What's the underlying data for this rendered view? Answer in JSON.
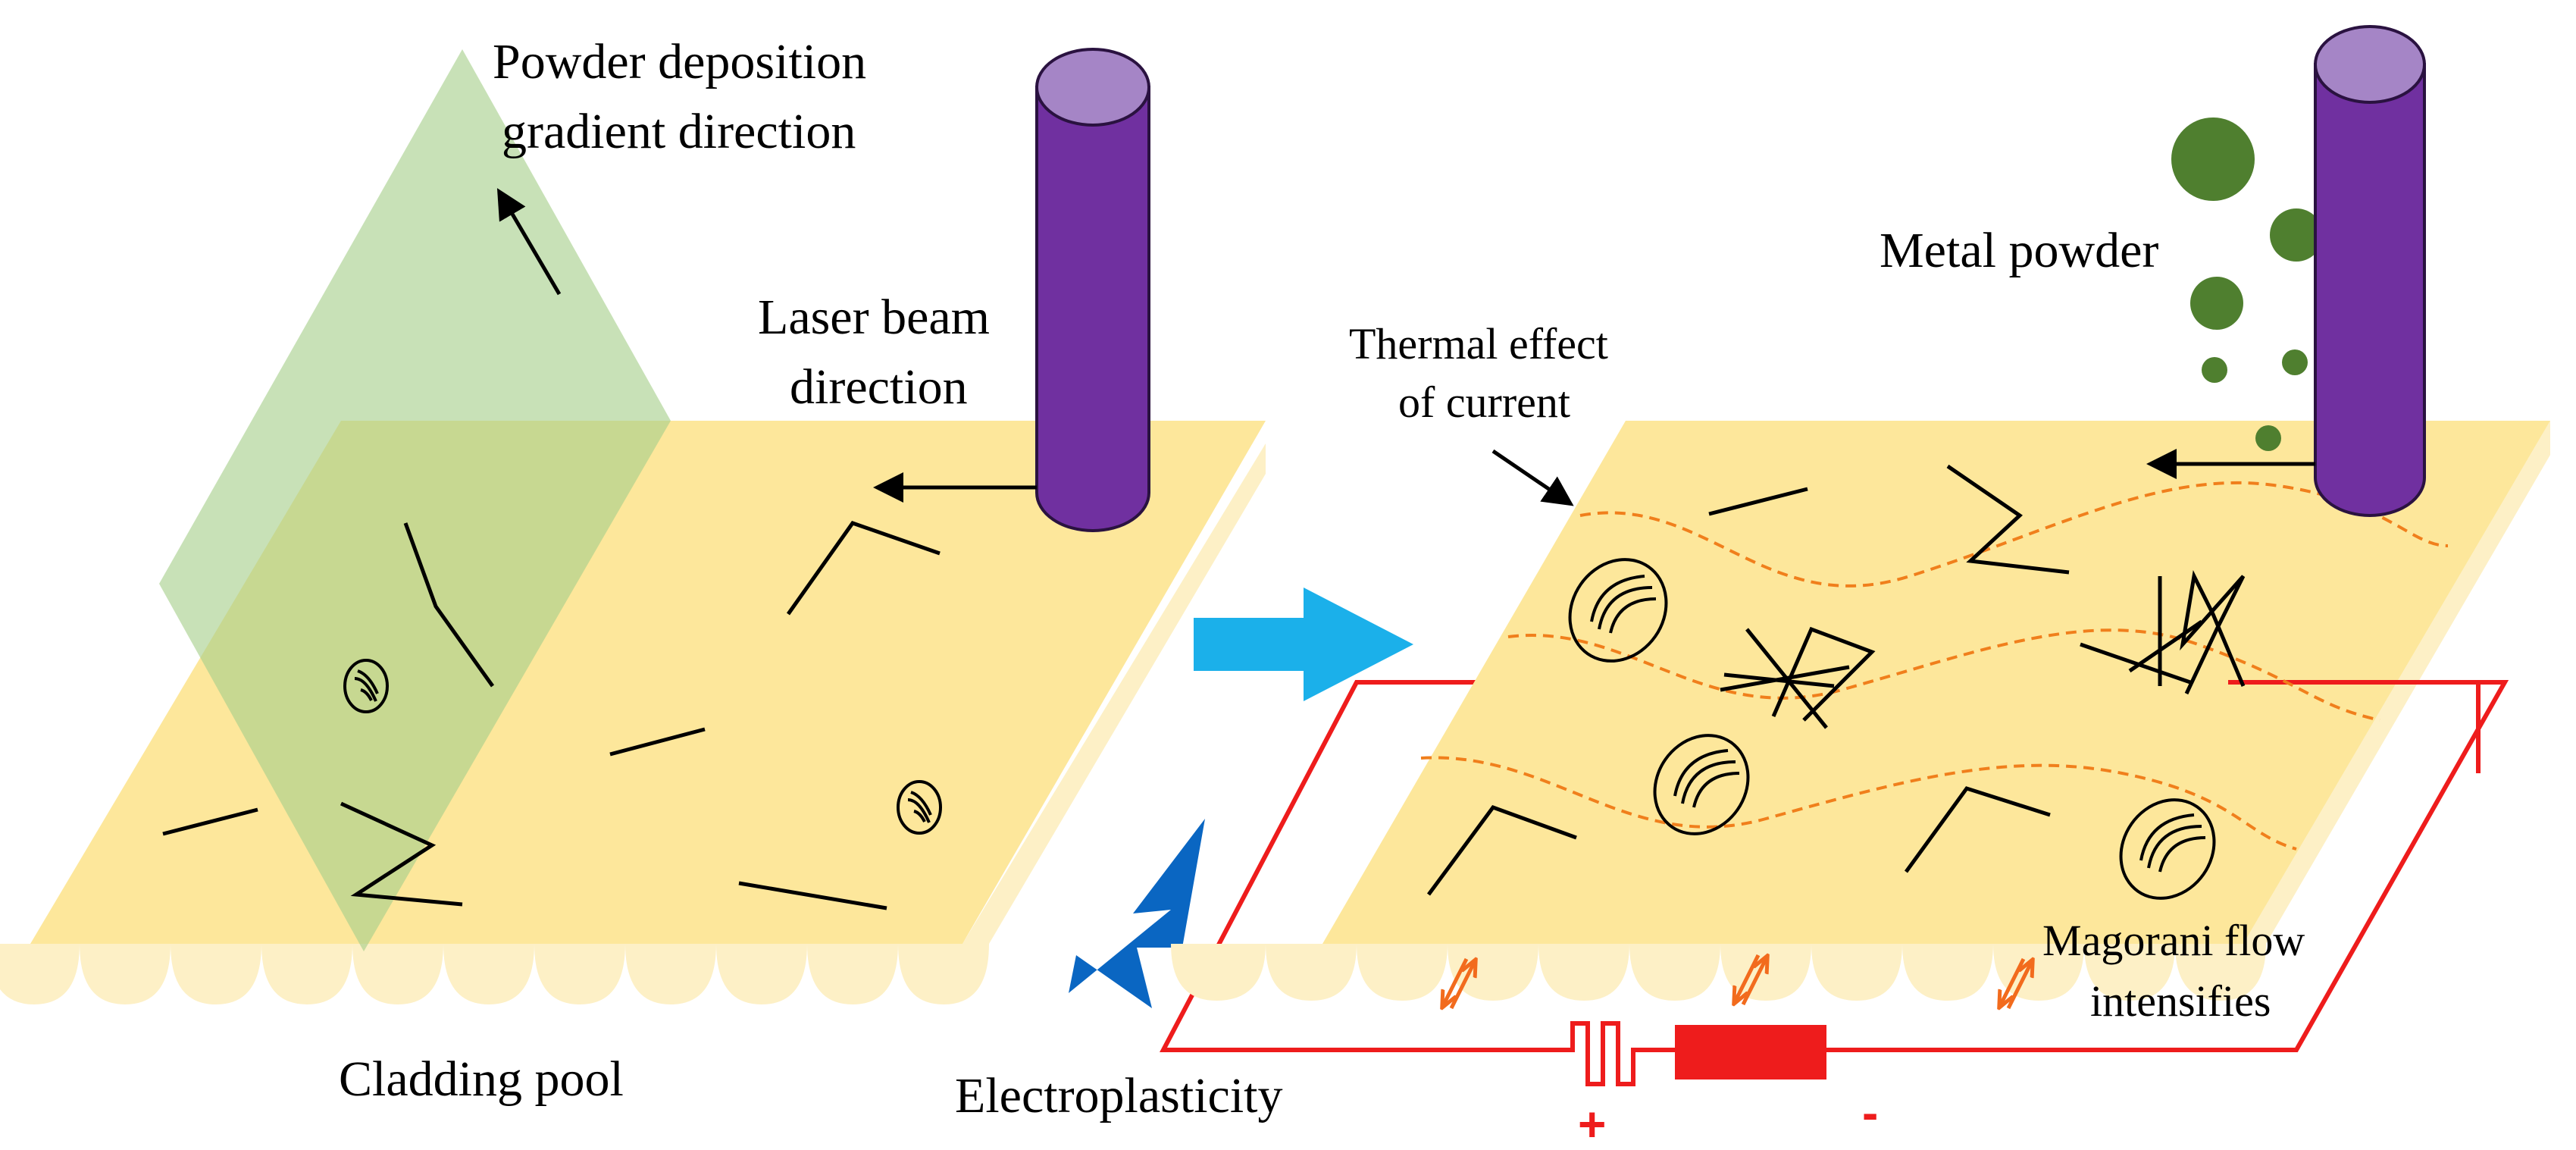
{
  "colors": {
    "plate": "#fde79b",
    "plate_edge": "#fdf0c6",
    "green_plane": "#a7cf8a",
    "laser_body": "#7030a0",
    "laser_top": "#a585c6",
    "powder": "#4f7f2f",
    "direction_arrow": "#1bb0ea",
    "lightning": "#0a66c2",
    "circuit": "#ee1c1c",
    "thermal_wave": "#f07f1c",
    "flow_arrow": "#f26b1d"
  },
  "icons": {
    "lightning": "lightning-bolt-icon",
    "process_arrow": "right-arrow-icon",
    "laser": "laser-nozzle-icon",
    "power_source": "battery-icon",
    "resistor": "resistor-icon"
  },
  "labels": {
    "powder_direction_line1": "Powder deposition",
    "powder_direction_line2": "gradient direction",
    "laser_direction_line1": "Laser beam",
    "laser_direction_line2": "direction",
    "cladding_pool": "Cladding pool",
    "electroplasticity": "Electroplasticity",
    "thermal_effect_line1": "Thermal effect",
    "thermal_effect_line2": "of current",
    "metal_powder": "Metal powder",
    "marangoni_line1": "Magorani flow",
    "marangoni_line2": "intensifies",
    "plus_sign": "+",
    "minus_sign": "-"
  }
}
